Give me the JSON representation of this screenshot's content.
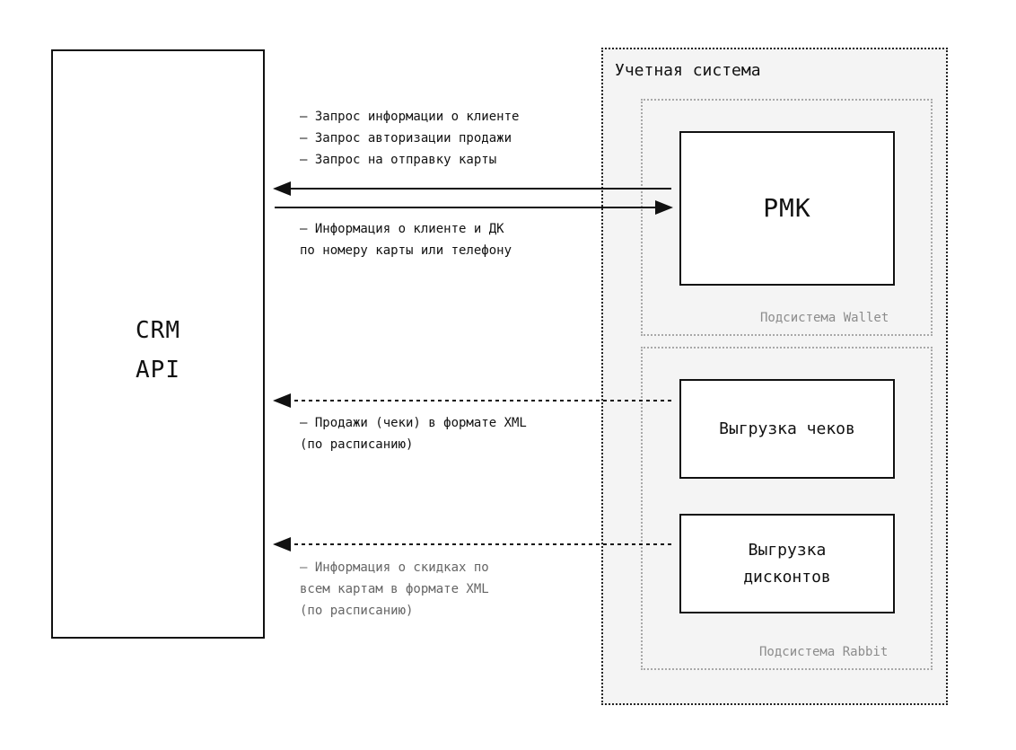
{
  "crm": {
    "line1": "CRM",
    "line2": "API"
  },
  "accounting_system": {
    "title": "Учетная система"
  },
  "wallet_subsystem": {
    "label": "Подсистема Wallet",
    "node": "РМК"
  },
  "rabbit_subsystem": {
    "label": "Подсистема Rabbit",
    "node_receipts": "Выгрузка чеков",
    "node_discounts_line1": "Выгрузка",
    "node_discounts_line2": "дисконтов"
  },
  "messages": {
    "requests": [
      "— Запрос информации о клиенте",
      "— Запрос авторизации продажи",
      "— Запрос на отправку карты"
    ],
    "client_info": [
      "— Информация о клиенте и ДК",
      "  по номеру карты или телефону"
    ],
    "sales": [
      "— Продажи (чеки) в формате XML",
      "  (по расписанию)"
    ],
    "discounts": [
      "— Информация о скидках по",
      "  всем картам в формате XML",
      "  (по расписанию)"
    ]
  },
  "colors": {
    "stroke": "#111111",
    "system_bg": "#f4f4f4",
    "subsystem_border": "#a8a8a8",
    "secondary_text": "#666666"
  }
}
